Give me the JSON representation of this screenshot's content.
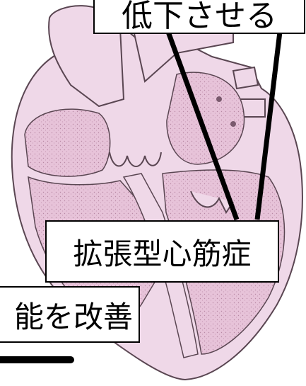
{
  "labels": {
    "top": "低下させる",
    "main": "拡張型心筋症",
    "left": "能を改善"
  },
  "colors": {
    "heart_fill": "#efd8e8",
    "chamber_fill": "#e2b6d1",
    "outline": "#5a4652",
    "pointer_line": "#000000",
    "label_border": "#000000"
  }
}
